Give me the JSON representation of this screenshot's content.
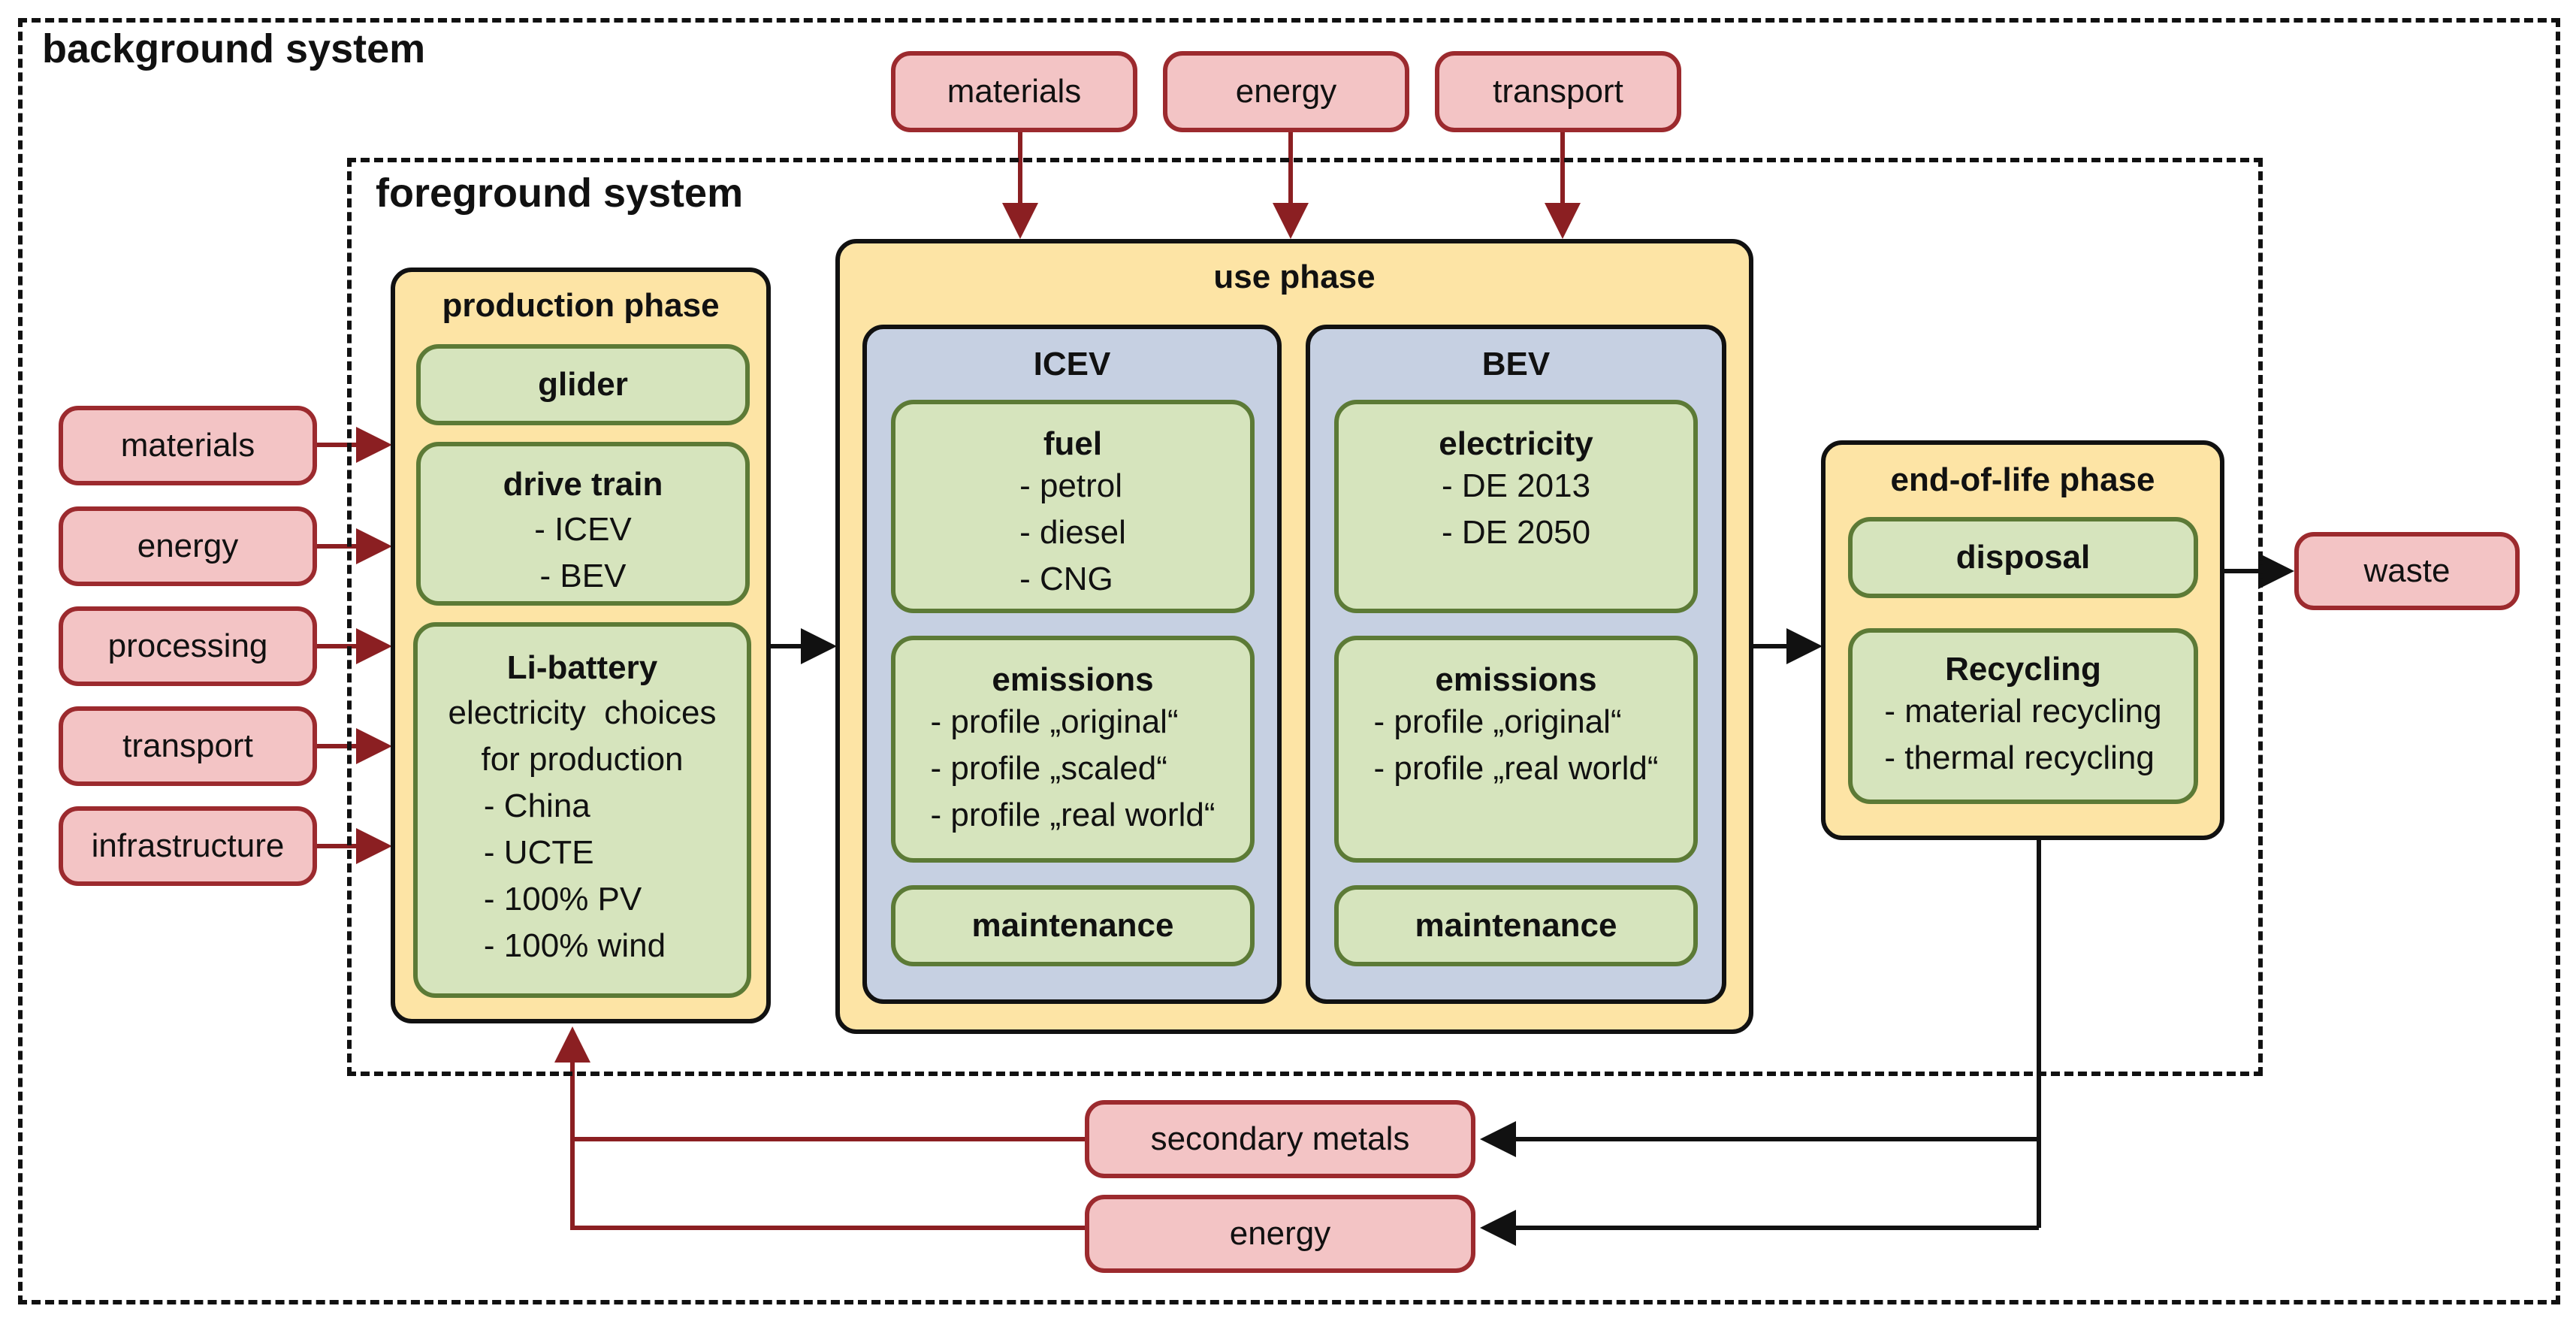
{
  "background_system": {
    "title": "background system"
  },
  "foreground_system": {
    "title": "foreground system"
  },
  "top_inputs": [
    "materials",
    "energy",
    "transport"
  ],
  "left_inputs": [
    "materials",
    "energy",
    "processing",
    "transport",
    "infrastructure"
  ],
  "production_phase": {
    "title": "production phase",
    "glider": "glider",
    "drive_train": {
      "title": "drive train",
      "items": [
        "- ICEV",
        "- BEV"
      ]
    },
    "li_battery": {
      "title": "Li-battery",
      "desc_lines": [
        "electricity  choices",
        "for production"
      ],
      "items": [
        "- China",
        "- UCTE",
        "- 100% PV",
        "- 100% wind"
      ]
    }
  },
  "use_phase": {
    "title": "use phase",
    "icev": {
      "title": "ICEV",
      "fuel": {
        "title": "fuel",
        "items": [
          "- petrol",
          "- diesel",
          "- CNG"
        ]
      },
      "emissions": {
        "title": "emissions",
        "items": [
          "- profile „original“",
          "- profile „scaled“",
          "- profile „real world“"
        ]
      },
      "maintenance": "maintenance"
    },
    "bev": {
      "title": "BEV",
      "electricity": {
        "title": "electricity",
        "items": [
          "- DE 2013",
          "- DE 2050"
        ]
      },
      "emissions": {
        "title": "emissions",
        "items": [
          "- profile „original“",
          "- profile „real world“"
        ]
      },
      "maintenance": "maintenance"
    }
  },
  "end_of_life_phase": {
    "title": "end-of-life phase",
    "disposal": "disposal",
    "recycling": {
      "title": "Recycling",
      "items": [
        "- material recycling",
        "- thermal recycling"
      ]
    }
  },
  "outputs": {
    "waste": "waste",
    "secondary_metals": "secondary metals",
    "energy": "energy"
  },
  "colors": {
    "phase_fill": "#fde4a5",
    "vehicle_fill": "#c6d0e2",
    "module_fill": "#d6e4bd",
    "module_border": "#5c7a36",
    "flow_fill": "#f3c4c5",
    "flow_border": "#9c2a2e",
    "arrow_red": "#8b1f22",
    "arrow_black": "#111111"
  }
}
